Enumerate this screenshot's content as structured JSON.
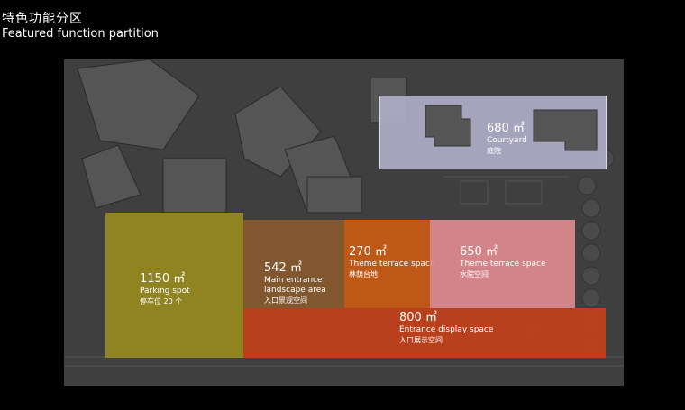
{
  "title": {
    "cn": "特色功能分区",
    "en": "Featured function partition"
  },
  "colors": {
    "background": "#000000",
    "plan": "#3f3f3f",
    "parking": "#9c8e1f",
    "main_entrance": "#8a5b2e",
    "terrace_forest": "#c85a14",
    "terrace_water": "#e08a8e",
    "entrance_display": "#c0401a",
    "courtyard": "#b9b6d3"
  },
  "zones": {
    "courtyard": {
      "area": "680 ㎡",
      "name_en": "Courtyard",
      "name_cn": "庭院"
    },
    "parking": {
      "area": "1150 ㎡",
      "name_en": "Parking spot",
      "name_cn": "停车位 20 个"
    },
    "main_entrance": {
      "area": "542 ㎡",
      "name_en_1": "Main entrance",
      "name_en_2": "landscape area",
      "name_cn": "入口景观空间"
    },
    "terrace_forest": {
      "area": "270 ㎡",
      "name_en": "Theme terrace space",
      "name_cn": "林荫台地"
    },
    "terrace_water": {
      "area": "650 ㎡",
      "name_en": "Theme terrace space",
      "name_cn": "水院空间"
    },
    "entrance_display": {
      "area": "800 ㎡",
      "name_en": "Entrance display space",
      "name_cn": "入口展示空间"
    }
  }
}
